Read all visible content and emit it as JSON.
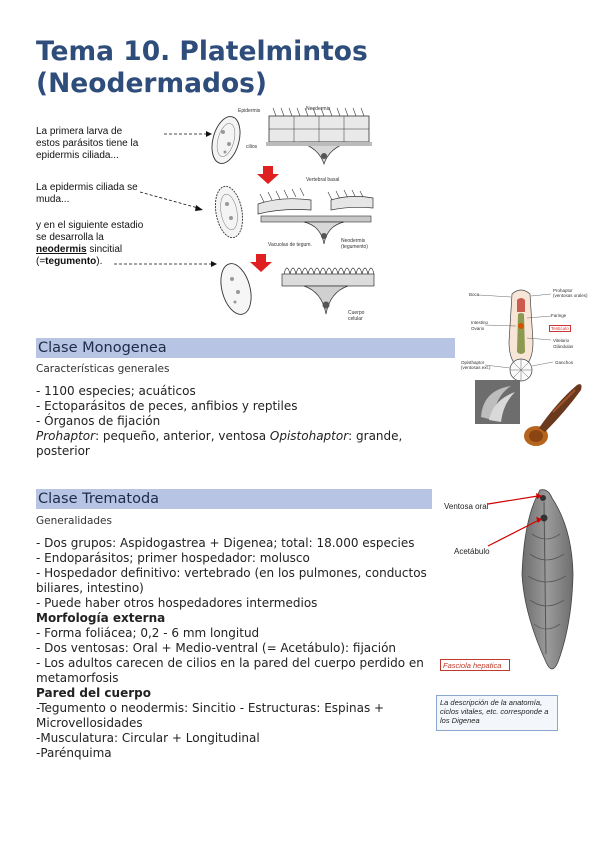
{
  "title": "Tema 10. Platelmintos (Neodermados)",
  "larva_figure": {
    "note1": "La primera larva de estos parásitos tiene la epidermis ciliada...",
    "note2": "La epidermis ciliada se muda...",
    "note3_a": "y en el siguiente estadio se desarrolla la ",
    "note3_b": "neodermis",
    "note3_c": " sincitial (=",
    "note3_d": "tegumento",
    "note3_e": ").",
    "labels": {
      "epidermis": "Epidermis",
      "neodermis": "Neodermis",
      "cilios": "cilios",
      "vertebral": "Vertebral basal",
      "vacuolas": "Vacuolas de tegum.",
      "neodermis_teg": "Neodermis (tegumento)",
      "cuerpo": "Cuerpo celular"
    }
  },
  "monogenea": {
    "header": "Clase Monogenea",
    "subheading": "Características generales",
    "items": [
      "- 1100 especies; acuáticos",
      "- Ectoparásitos de peces, anfibios y reptiles",
      "- Órganos de fijación"
    ],
    "prohaptor_term": "Prohaptor",
    "prohaptor_desc": ": pequeño, anterior, ventosa ",
    "opisthaptor_term": "Opistohaptor",
    "opisthaptor_desc": ": grande, posterior",
    "figure_labels": {
      "prohaptor": "Prohaptor",
      "prohaptor_sub": "(ventosas orales)",
      "boca": "Boca",
      "faringe": "Faringe",
      "intestino": "Intestino",
      "ovario": "Ovario",
      "testiculo": "Testículo",
      "vitelario": "Vitelario",
      "glandulas": "Glándulas",
      "opisthaptor": "Opisthaptor",
      "opisthaptor_sub": "(ventosas ext.)",
      "ganchos": "Ganchos"
    }
  },
  "trematoda": {
    "header": "Clase Trematoda",
    "subheading": "Generalidades",
    "items": [
      "- Dos grupos: Aspidogastrea + Digenea; total: 18.000 especies",
      "- Endoparásitos; primer hospedador: molusco",
      "- Hospedador definitivo: vertebrado (en los pulmones, conductos biliares, intestino)",
      "- Puede haber otros hospedadores intermedios"
    ],
    "morfologia_heading": "Morfología externa",
    "morfologia_items": [
      "- Forma foliácea; 0,2 - 6 mm longitud",
      "- Dos ventosas: Oral + Medio-ventral (= Acetábulo): fijación",
      "- Los adultos carecen de cilios en la pared del cuerpo perdido en metamorfosis"
    ],
    "pared_heading": "Pared del cuerpo",
    "pared_items": [
      "-Tegumento o neodermis: Sincitio - Estructuras: Espinas + Microvellosidades",
      "-Musculatura: Circular + Longitudinal",
      "-Parénquima"
    ],
    "figure": {
      "ventosa_oral": "Ventosa oral",
      "acetabulo": "Acetábulo",
      "species": "Fasciola hepatica",
      "note": "La descripción de la anatomía, ciclos vitales, etc. corresponde a los Digenea"
    }
  },
  "colors": {
    "title": "#2e4d7b",
    "section_header_bg": "#b7c4e3",
    "arrow": "#e02020"
  }
}
